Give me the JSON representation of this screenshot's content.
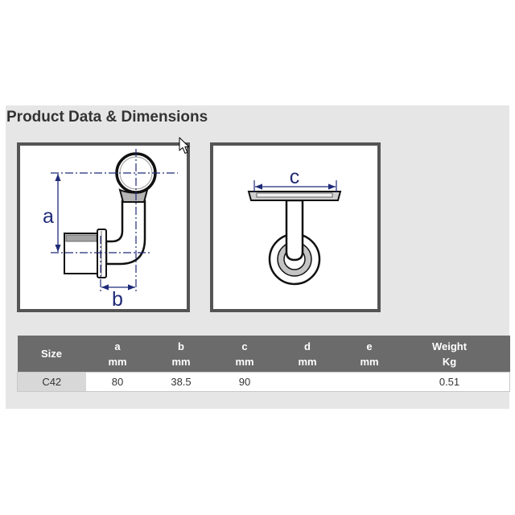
{
  "page": {
    "title": "Product Data & Dimensions"
  },
  "diagrams": {
    "side_view": {
      "dim_a": "a",
      "dim_b": "b"
    },
    "front_view": {
      "dim_c": "c"
    }
  },
  "table": {
    "headers": [
      {
        "label": "Size"
      },
      {
        "label": "a",
        "unit": "mm"
      },
      {
        "label": "b",
        "unit": "mm"
      },
      {
        "label": "c",
        "unit": "mm"
      },
      {
        "label": "d",
        "unit": "mm"
      },
      {
        "label": "e",
        "unit": "mm"
      },
      {
        "label": "Weight",
        "unit": "Kg"
      }
    ],
    "rows": [
      {
        "size": "C42",
        "a": "80",
        "b": "38.5",
        "c": "90",
        "d": "",
        "e": "",
        "weight": "0.51"
      }
    ]
  },
  "colors": {
    "panel_background": "#e6e6e6",
    "header_background": "#6b6b6b",
    "size_cell_background": "#d8d8d8",
    "diagram_border": "#555555",
    "dimension_lines": "#1f2a78"
  },
  "icons": {
    "cursor": "mouse-cursor-icon"
  }
}
